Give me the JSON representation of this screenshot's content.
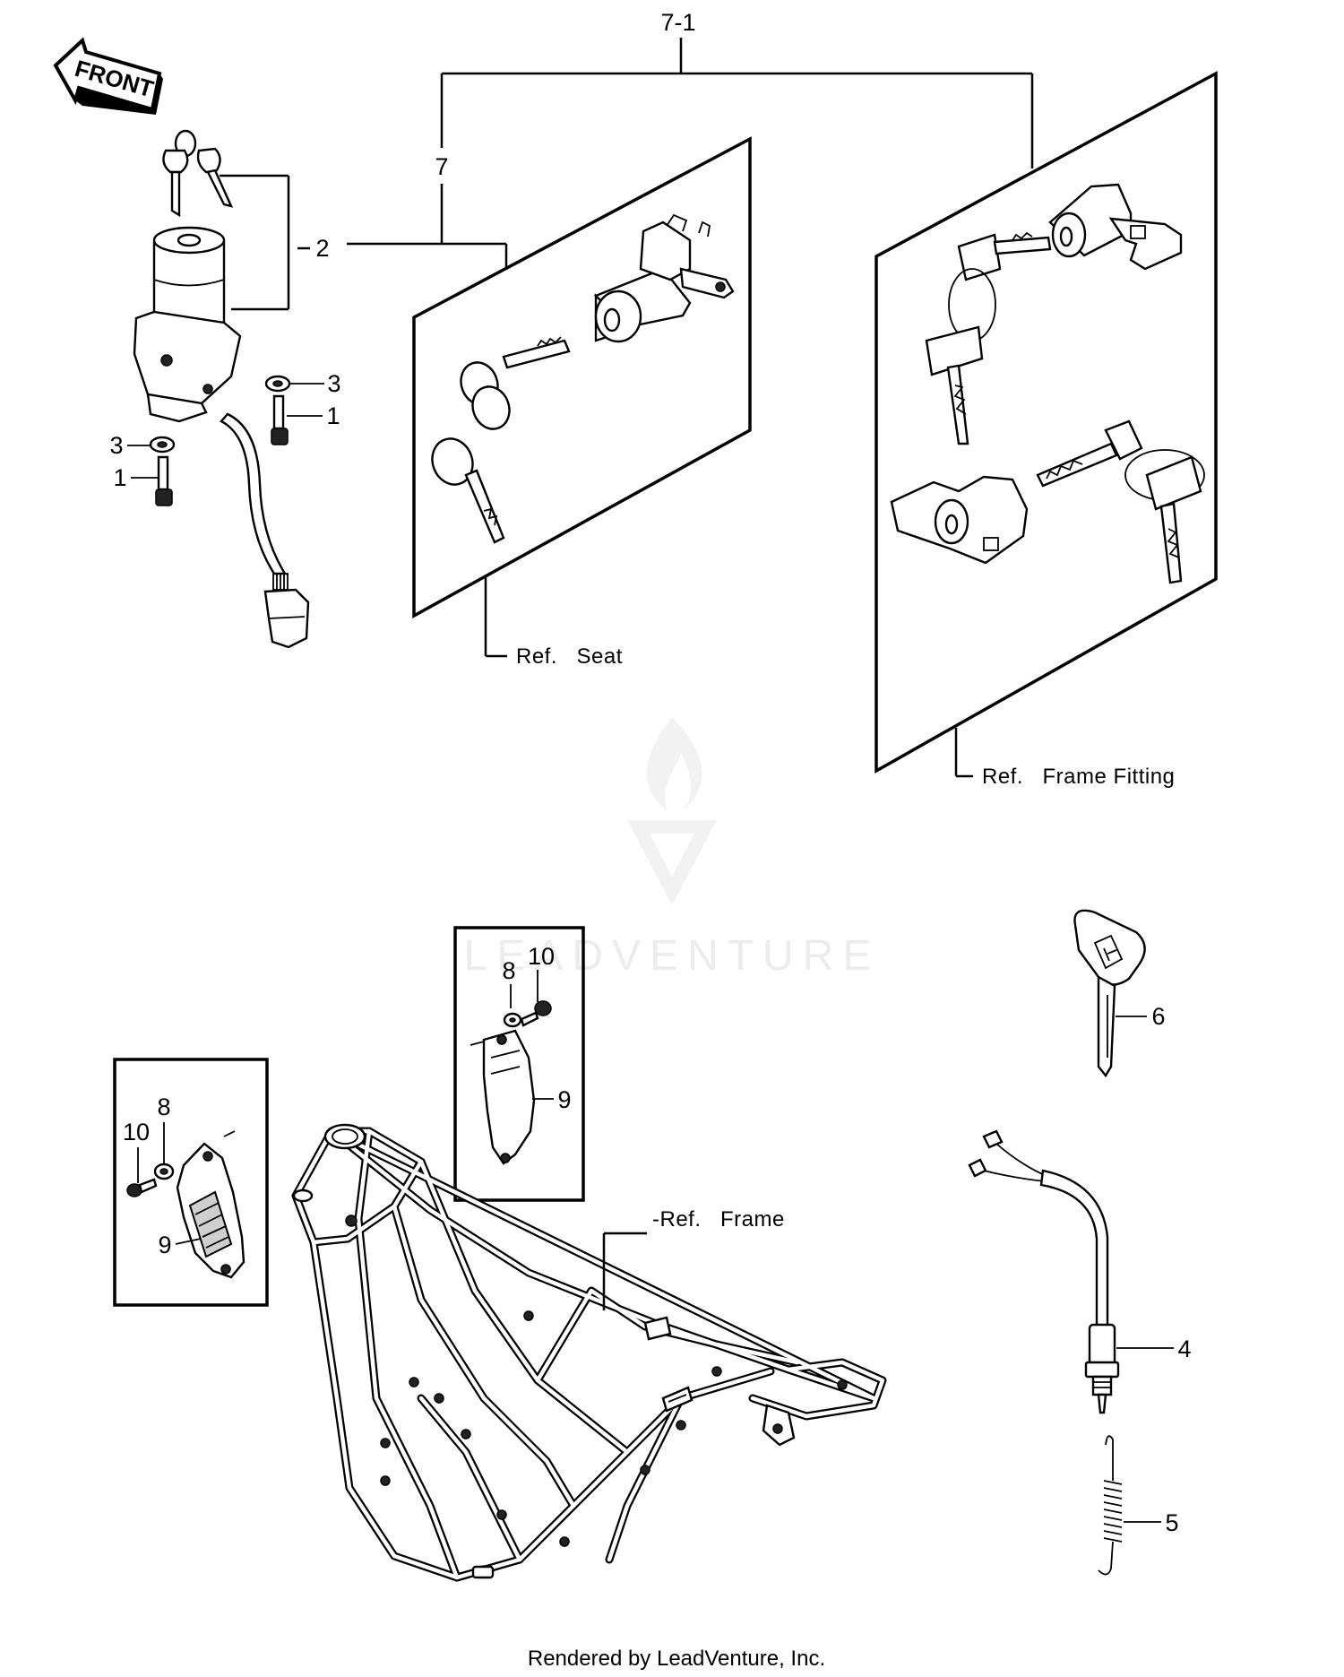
{
  "front_label": "FRONT",
  "callouts": {
    "c7_1": "7-1",
    "c7": "7",
    "c2": "2",
    "c3a": "3",
    "c1a": "1",
    "c3b": "3",
    "c1b": "1",
    "c6": "6",
    "c8_top": "8",
    "c10_top": "10",
    "c9_top": "9",
    "c8_left": "8",
    "c10_left": "10",
    "c9_left": "9",
    "c4": "4",
    "c5": "5"
  },
  "refs": {
    "seat": "Ref.   Seat",
    "frame_fitting": "Ref.   Frame Fitting",
    "frame": "-Ref.   Frame"
  },
  "watermark": "LEADVENTURE",
  "credit": "Rendered by LeadVenture, Inc."
}
